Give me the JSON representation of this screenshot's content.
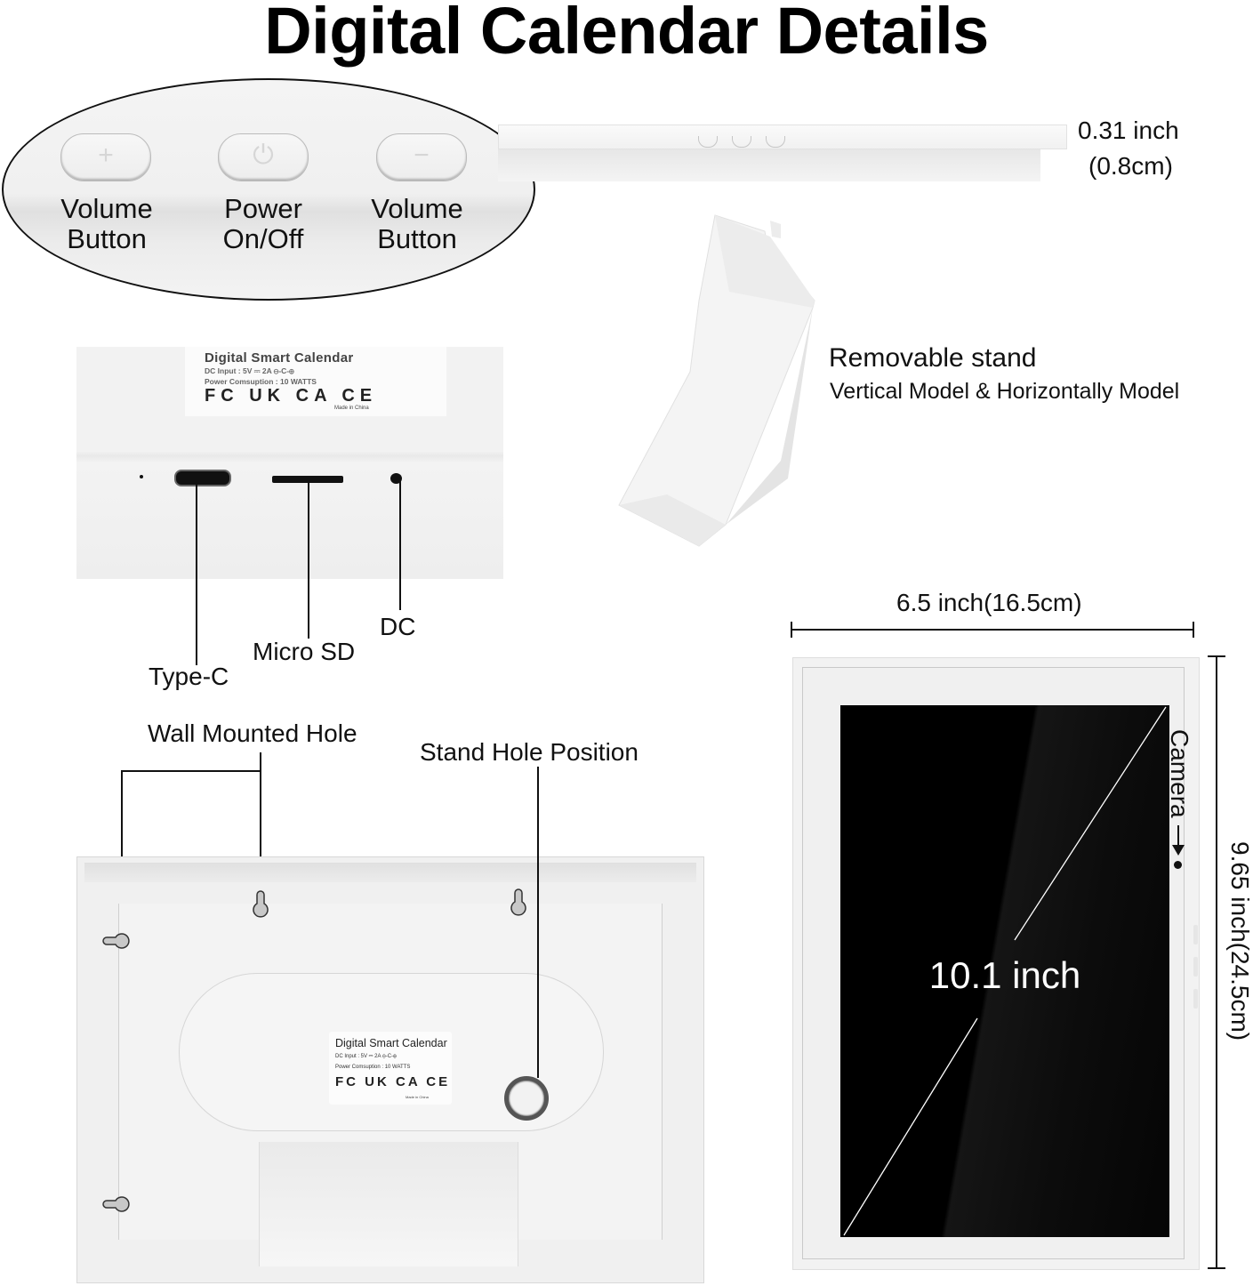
{
  "title": "Digital Calendar Details",
  "buttons_callout": {
    "buttons": [
      {
        "icon": "plus-icon",
        "glyph": "+",
        "label_line1": "Volume",
        "label_line2": "Button"
      },
      {
        "icon": "power-icon",
        "glyph": "⏻",
        "label_line1": "Power",
        "label_line2": "On/Off"
      },
      {
        "icon": "minus-icon",
        "glyph": "−",
        "label_line1": "Volume",
        "label_line2": "Button"
      }
    ]
  },
  "thickness": {
    "inch": "0.31 inch",
    "cm": "(0.8cm)"
  },
  "stand": {
    "title": "Removable stand",
    "subtitle": "Vertical Model & Horizontally Model"
  },
  "product_label": {
    "name": "Digital Smart Calendar",
    "dc_input": "DC Input : 5V ⎓ 2A ⊖-C-⊕",
    "power": "Power Comsuption : 10 WATTS",
    "marks": "FC UK CA CE",
    "made_in": "Made in China"
  },
  "ports": {
    "type_c": "Type-C",
    "micro_sd": "Micro SD",
    "dc": "DC"
  },
  "back": {
    "wall_mount_label": "Wall Mounted Hole",
    "stand_hole_label": "Stand Hole Position"
  },
  "front": {
    "width_label": "6.5 inch(16.5cm)",
    "height_label": "9.65 inch(24.5cm)",
    "diagonal_label": "10.1 inch",
    "camera_label": "Camera"
  },
  "colors": {
    "text": "#111111",
    "device_white": "#f2f2f2",
    "screen_black": "#000000"
  }
}
